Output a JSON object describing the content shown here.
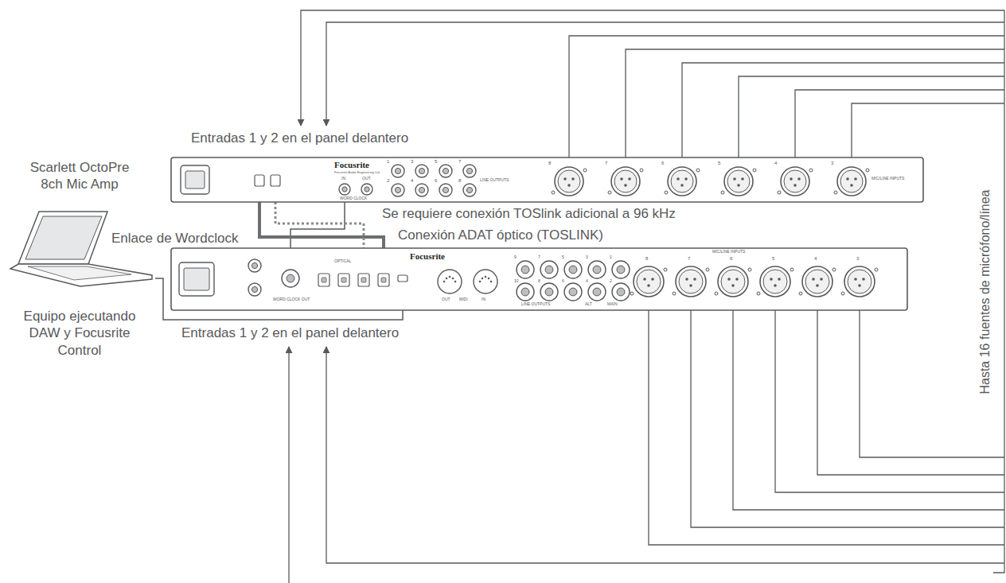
{
  "diagram": {
    "nodes": [
      {
        "text": [
          "Scarlett OctoPre 8ch Mic Amp",
          "Focusrite"
        ]
      },
      {
        "text": [
          "Equipo ejecutando DAW y Focusrite Control"
        ]
      },
      {
        "text": [
          "Focusrite"
        ]
      }
    ],
    "edges": [
      {
        "from": 2,
        "to": 0,
        "arrow": "none",
        "label": "Enlace de Wordclock"
      },
      {
        "from": 0,
        "to": 2,
        "arrow": "none",
        "label": "Conexión ADAT óptico (TOSLINK)"
      },
      {
        "from": 0,
        "to": 2,
        "arrow": "none",
        "label": "Se requiere conexión TOSlink adicional a 96 kHz"
      },
      {
        "from": 1,
        "to": 2,
        "arrow": "none"
      }
    ],
    "labels": [
      "Entradas 1 y 2 en el panel delantero",
      "Entradas 1 y 2 en el panel delantero",
      "Hasta 16 fuentes de micrófono/línea",
      "Focusrite Audio Engineering Ltd",
      "IN",
      "OUT",
      "WORD CLOCK",
      "1",
      "3",
      "5",
      "7",
      "2",
      "4",
      "6",
      "8",
      "LINE OUTPUTS",
      "8",
      "7",
      "6",
      "5",
      "4",
      "3",
      "MIC/LINE INPUTS",
      "WORD CLOCK OUT",
      "OPTICAL",
      "OUT",
      "MIDI",
      "IN",
      "9",
      "7",
      "5",
      "3",
      "1",
      "10",
      "8",
      "6",
      "4",
      "2",
      "LINE OUTPUTS",
      "ALT",
      "MAIN",
      "8",
      "7",
      "6",
      "5",
      "4",
      "3",
      "MIC/LINE INPUTS"
    ]
  }
}
